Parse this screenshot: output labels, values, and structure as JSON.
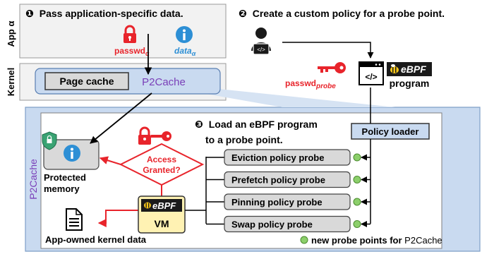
{
  "labels": {
    "app_side": "App α",
    "kernel_side": "Kernel",
    "p2cache_side": "P2Cache"
  },
  "step1": {
    "num": "❶",
    "text": "Pass application-specific data."
  },
  "step2": {
    "num": "❷",
    "text": "Create a custom policy for a probe point."
  },
  "step3": {
    "num": "❸",
    "line1": "Load an eBPF program",
    "line2": "to a probe point."
  },
  "app": {
    "passwd_base": "passwd",
    "passwd_sub": "α",
    "data_base": "data",
    "data_sub": "α"
  },
  "kernel": {
    "page_cache": "Page cache",
    "p2cache": "P2Cache"
  },
  "probe_key": {
    "base": "passwd",
    "sub": "probe"
  },
  "ebpf_program": {
    "ebpf": "eBPF",
    "program": "program"
  },
  "policy_loader": "Policy loader",
  "protected_memory": {
    "line1": "Protected",
    "line2": "memory"
  },
  "access": {
    "line1": "Access",
    "line2": "Granted?"
  },
  "vm": {
    "ebpf": "eBPF",
    "vm": "VM"
  },
  "app_owned": "App-owned kernel data",
  "probes": [
    "Eviction policy probe",
    "Prefetch policy probe",
    "Pinning policy probe",
    "Swap policy probe"
  ],
  "legend": {
    "text": "new probe points for ",
    "p2cache": "P2Cache"
  },
  "colors": {
    "red": "#e8242b",
    "blue": "#2d8fd5",
    "purple": "#7a3fb8",
    "blue_region": "#c9daf0",
    "probe_dot": "#8ccf6b",
    "vm_fill": "#fff2b3",
    "gray_panel": "#ececec"
  },
  "icons": [
    "lock-icon",
    "info-icon",
    "key-icon",
    "person-icon",
    "code-window-icon",
    "bee-icon",
    "document-icon",
    "shield-icon"
  ]
}
